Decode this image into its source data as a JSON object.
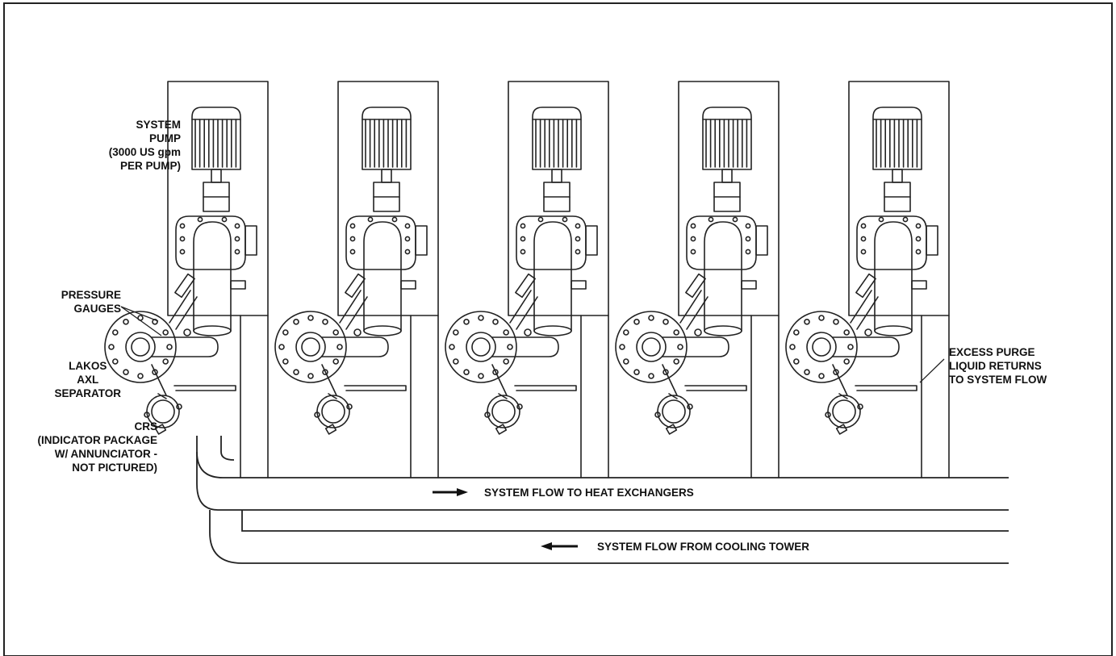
{
  "labels": {
    "system_pump": [
      "SYSTEM",
      "PUMP",
      "(3000 US gpm",
      "PER PUMP)"
    ],
    "pressure_gauges": [
      "PRESSURE",
      "GAUGES"
    ],
    "lakos_separator": [
      "LAKOS",
      "AXL",
      "SEPARATOR"
    ],
    "crs": [
      "CRS",
      "(INDICATOR PACKAGE",
      "W/ ANNUNCIATOR -",
      "NOT PICTURED)"
    ],
    "excess_purge": [
      "EXCESS PURGE",
      "LIQUID RETURNS",
      "TO SYSTEM FLOW"
    ],
    "flow_to_exchangers": "SYSTEM FLOW TO HEAT EXCHANGERS",
    "flow_from_tower": "SYSTEM FLOW FROM COOLING TOWER"
  },
  "pump_units": [
    {
      "id": "unit-1"
    },
    {
      "id": "unit-2"
    },
    {
      "id": "unit-3"
    },
    {
      "id": "unit-4"
    },
    {
      "id": "unit-5"
    }
  ]
}
